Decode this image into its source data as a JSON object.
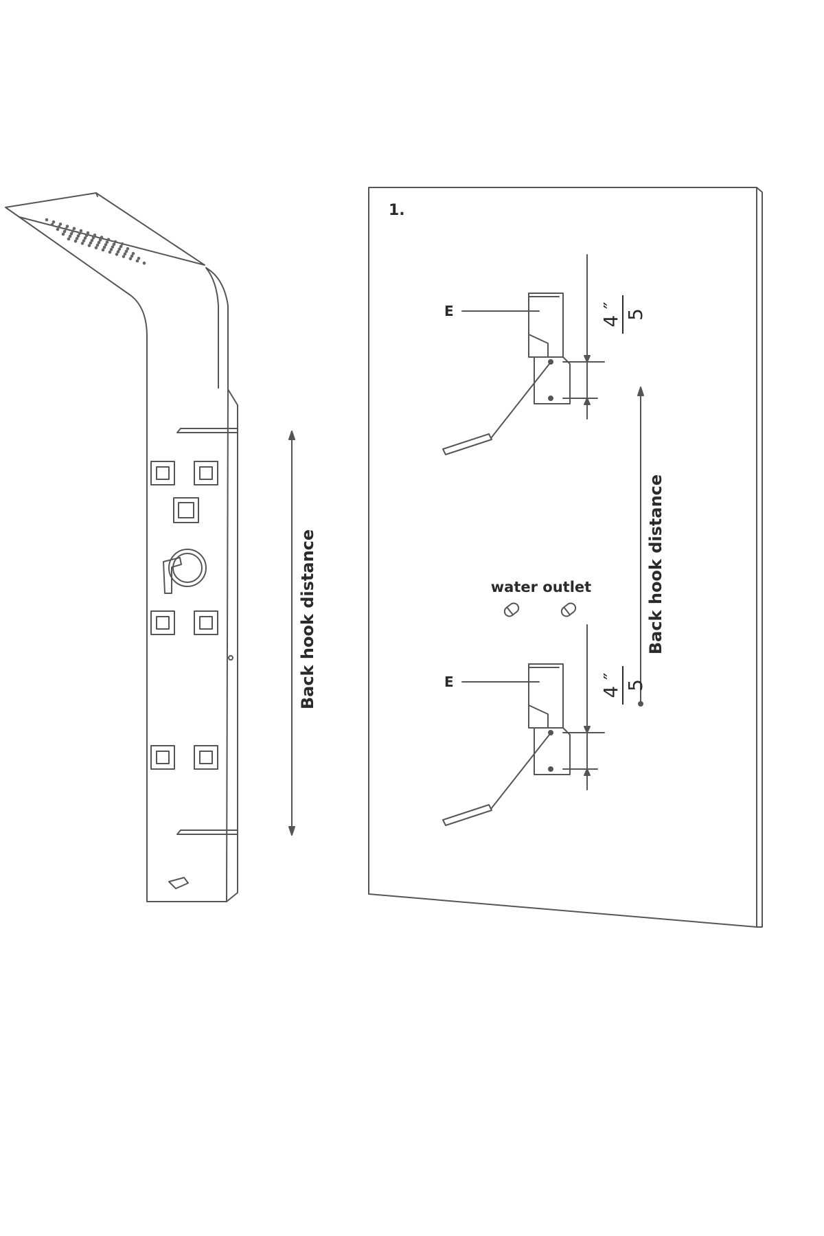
{
  "step_number": "1.",
  "back_hook_label": "Back hook distance",
  "water_outlet_label": "water outlet",
  "hook_letter": "E",
  "spacing_numerator": "4 ″",
  "spacing_denominator": "5",
  "colors": {
    "line": "#555555",
    "ink": "#2a2a2a",
    "background": "#ffffff"
  }
}
